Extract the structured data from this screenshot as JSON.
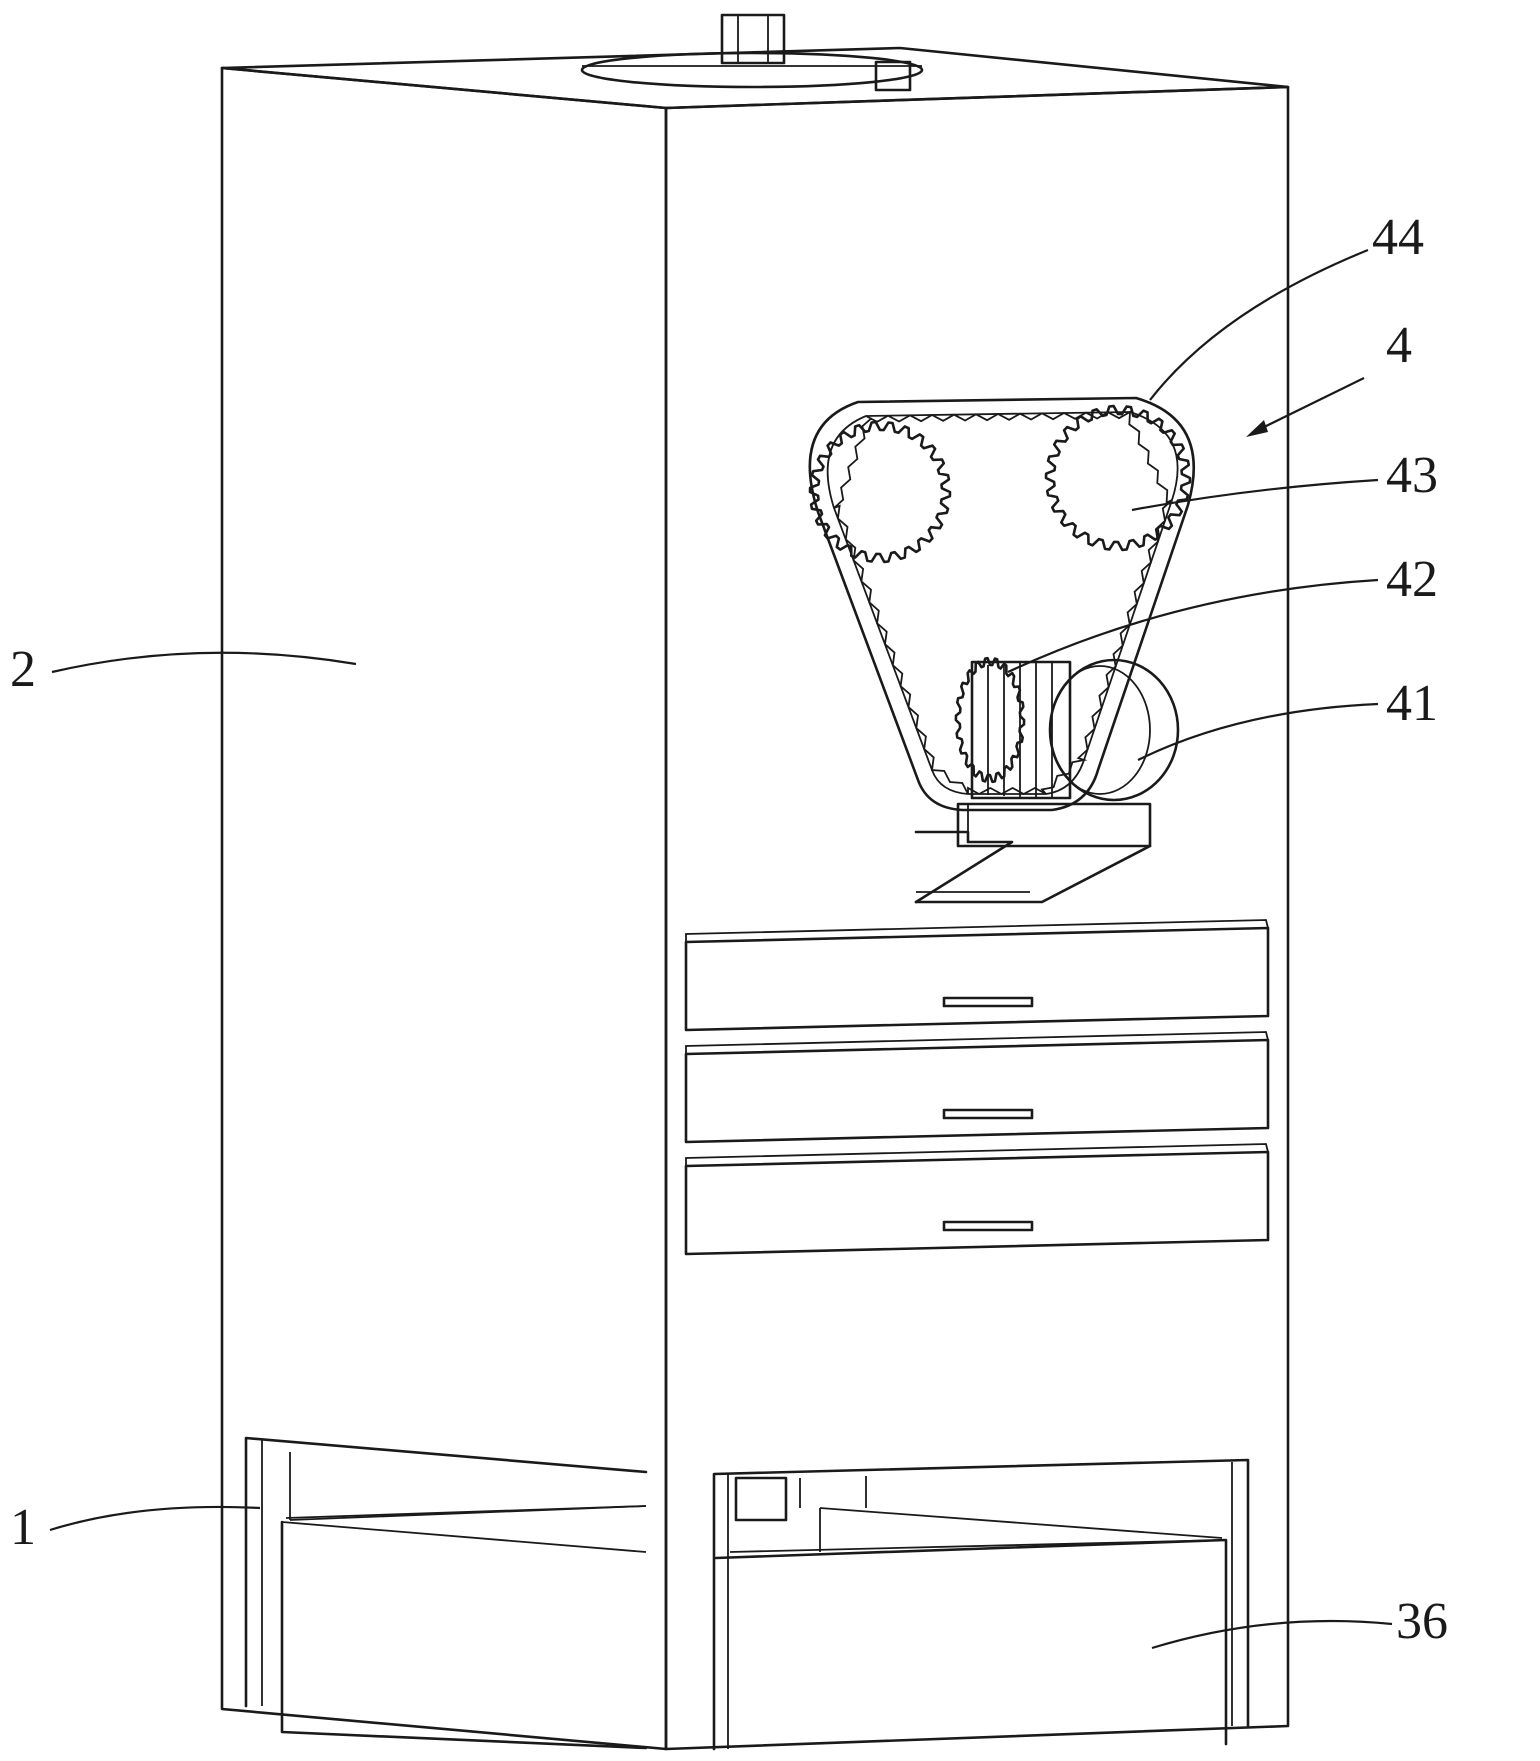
{
  "colors": {
    "ink": "#1a1a1a",
    "paper": "#ffffff"
  },
  "callouts": {
    "c44": "44",
    "c4": "4",
    "c43": "43",
    "c42": "42",
    "c41": "41",
    "c2": "2",
    "c1": "1",
    "c36": "36"
  }
}
